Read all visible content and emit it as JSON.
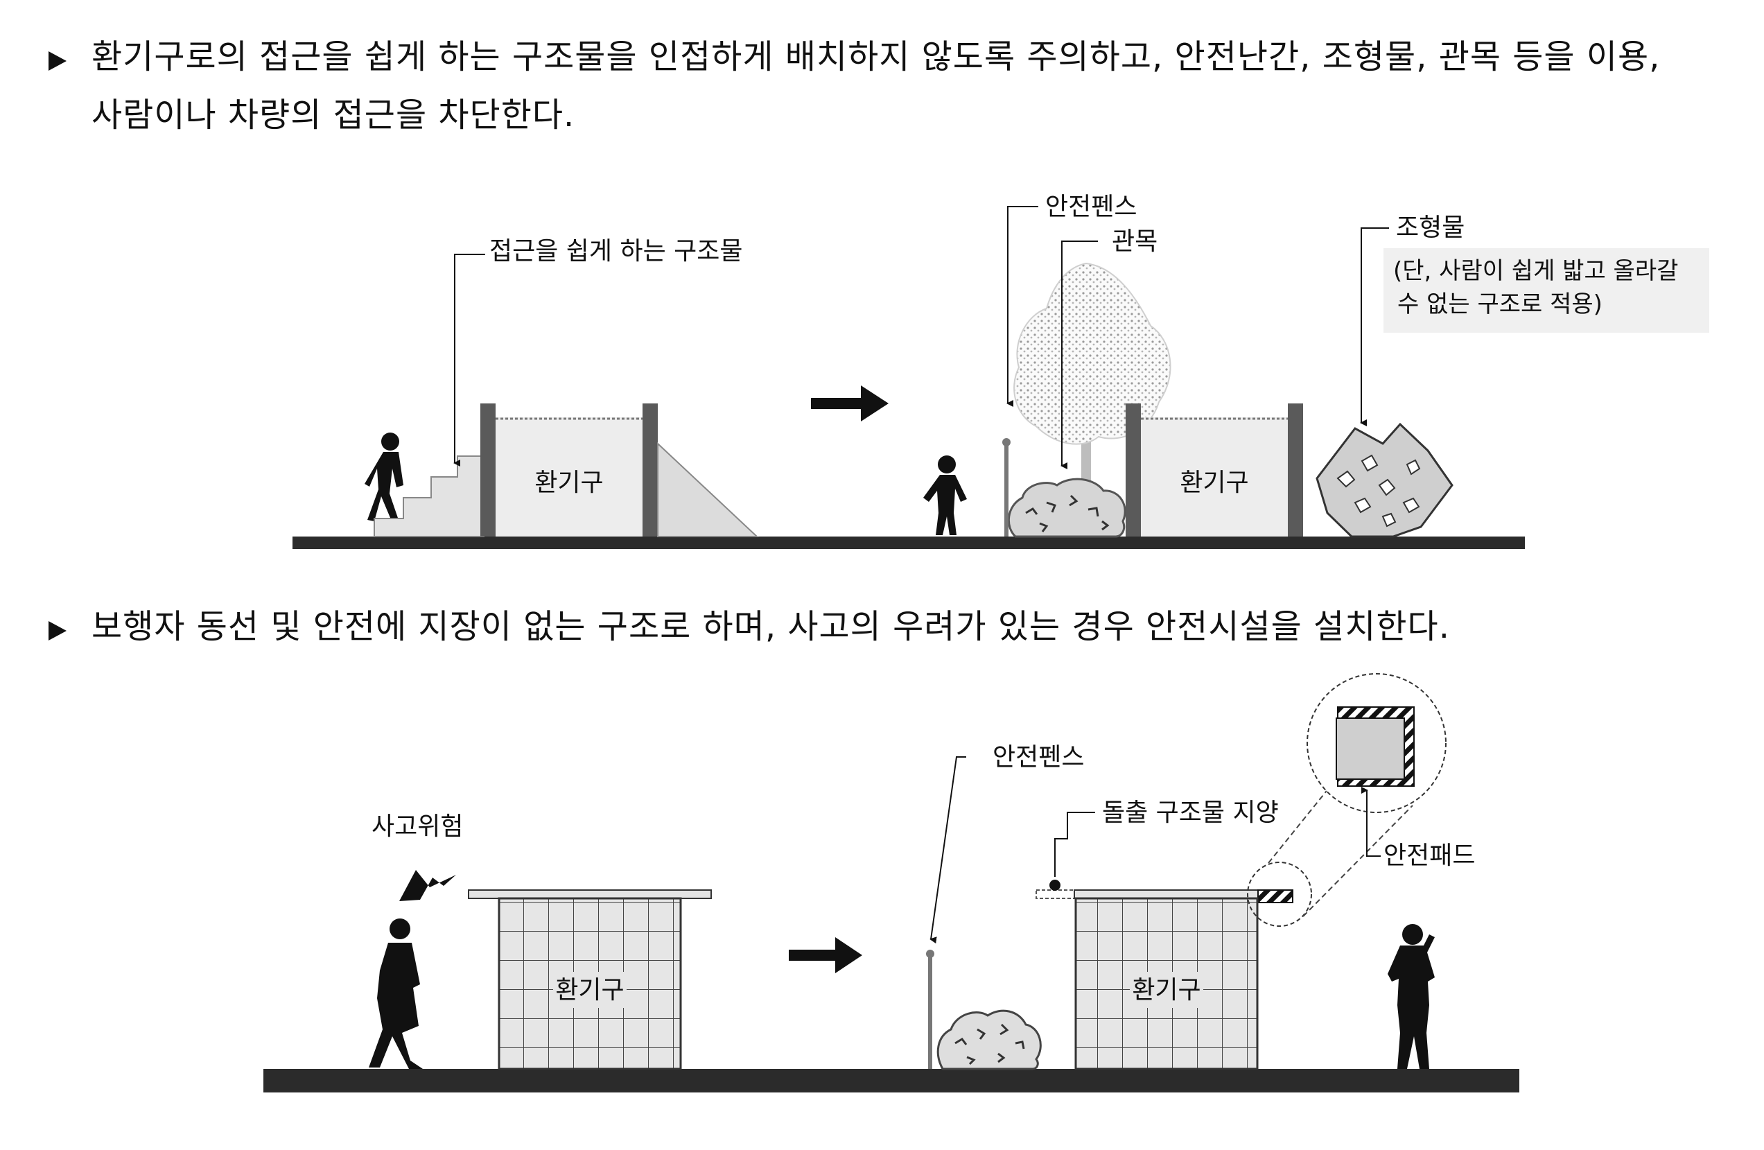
{
  "bullets": {
    "b1_line1": "환기구로의 접근을 쉽게 하는 구조물을 인접하게 배치하지 않도록 주의하고, 안전난간, 조형물, 관목 등을 이용,",
    "b1_line2": "사람이나 차량의 접근을 차단한다.",
    "b2": "보행자 동선 및 안전에 지장이 없는 구조로 하며, 사고의 우려가 있는 경우 안전시설을 설치한다."
  },
  "diagram1": {
    "label_structure": "접근을 쉽게 하는 구조물",
    "vent_left": "환기구",
    "label_fence": "안전펜스",
    "label_shrub": "관목",
    "vent_right": "환기구",
    "label_sculpture": "조형물",
    "note_line1": "(단, 사람이 쉽게 밟고 올라갈",
    "note_line2": "수 없는 구조로 적용)"
  },
  "diagram2": {
    "label_danger": "사고위험",
    "vent_left": "환기구",
    "label_fence": "안전펜스",
    "label_avoid": "돌출 구조물 지양",
    "label_pad": "안전패드",
    "vent_right": "환기구"
  }
}
